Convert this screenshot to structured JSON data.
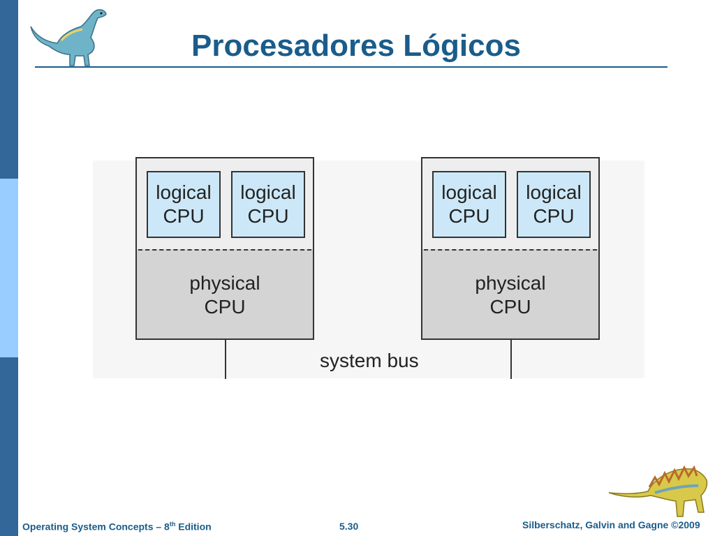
{
  "slide": {
    "title": "Procesadores Lógicos"
  },
  "diagram": {
    "processors": [
      {
        "logical_cpus": [
          {
            "line1": "logical",
            "line2": "CPU"
          },
          {
            "line1": "logical",
            "line2": "CPU"
          }
        ],
        "physical": {
          "line1": "physical",
          "line2": "CPU"
        }
      },
      {
        "logical_cpus": [
          {
            "line1": "logical",
            "line2": "CPU"
          },
          {
            "line1": "logical",
            "line2": "CPU"
          }
        ],
        "physical": {
          "line1": "physical",
          "line2": "CPU"
        }
      }
    ],
    "bus_label": "system bus"
  },
  "footer": {
    "book_prefix": "Operating System Concepts – 8",
    "book_sup": "th",
    "book_suffix": " Edition",
    "page_number": "5.30",
    "authors": "Silberschatz, Galvin and Gagne ©2009"
  },
  "colors": {
    "sidebar_dark": "#336699",
    "sidebar_light": "#99ccff",
    "title": "#1a5c8a",
    "logical_fill": "#cce8f8",
    "physical_fill": "#d4d4d4"
  }
}
